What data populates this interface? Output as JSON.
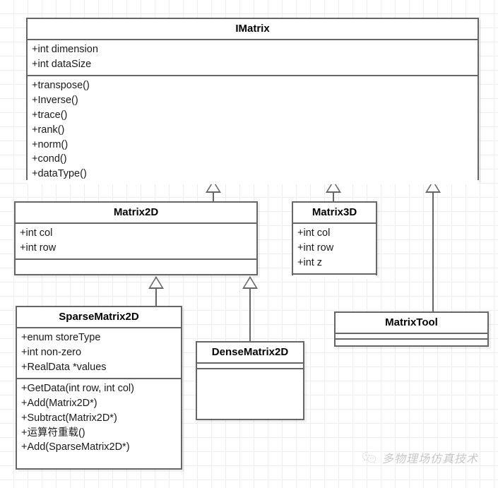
{
  "diagram": {
    "type": "uml-class-diagram",
    "background": "#ffffff",
    "grid_color": "#ededed",
    "border_color": "#666666",
    "relationship_type": "generalization"
  },
  "classes": {
    "imatrix": {
      "name": "IMatrix",
      "attributes": [
        "+int dimension",
        "+int dataSize"
      ],
      "operations": [
        "+transpose()",
        "+Inverse()",
        "+trace()",
        "+rank()",
        "+norm()",
        "+cond()",
        "+dataType()"
      ]
    },
    "matrix2d": {
      "name": "Matrix2D",
      "attributes": [
        "+int col",
        "+int row"
      ],
      "operations": []
    },
    "matrix3d": {
      "name": "Matrix3D",
      "attributes": [
        "+int col",
        "+int row",
        "+int z"
      ],
      "operations": []
    },
    "sparsematrix2d": {
      "name": "SparseMatrix2D",
      "attributes": [
        "+enum storeType",
        "+int non-zero",
        "+RealData *values"
      ],
      "operations": [
        "+GetData(int row, int col)",
        "+Add(Matrix2D*)",
        "+Subtract(Matrix2D*)",
        "+运算符重载()",
        "+Add(SparseMatrix2D*)"
      ]
    },
    "densematrix2d": {
      "name": "DenseMatrix2D",
      "attributes": [],
      "operations": []
    },
    "matrixtool": {
      "name": "MatrixTool",
      "attributes": [],
      "operations": []
    }
  },
  "watermark": {
    "text": "多物理场仿真技术",
    "logo": "wechat-logo"
  }
}
